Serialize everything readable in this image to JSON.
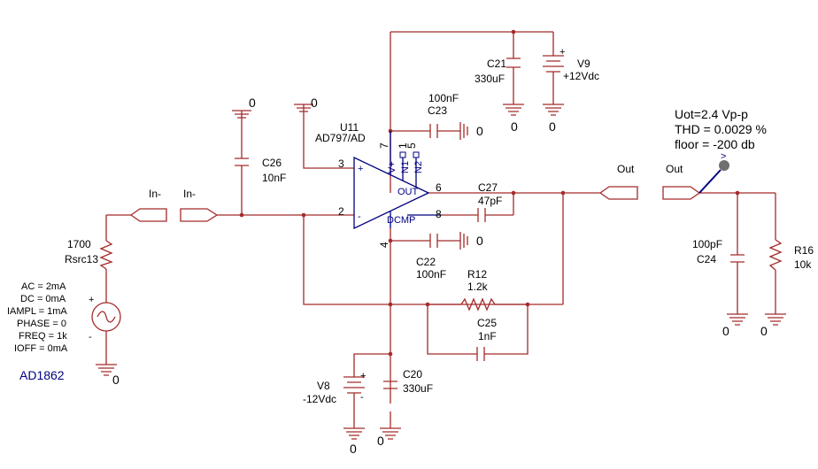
{
  "opamp": {
    "ref": "U11",
    "model": "AD797/AD",
    "out_label": "OUT",
    "dcmp_label": "DCMP",
    "pin_plus": "3",
    "pin_minus": "2",
    "pin_out": "6",
    "pin_dcmp": "8",
    "pin_vplus": "7",
    "pin_vminus": "4",
    "pin_n1": "1",
    "pin_n2": "5",
    "lbl_vplus": "V+",
    "lbl_n1": "N1",
    "lbl_n2": "N2",
    "sign_plus": "+",
    "sign_minus": "-"
  },
  "components": {
    "c26": {
      "ref": "C26",
      "value": "10nF"
    },
    "c23": {
      "ref": "C23",
      "value": "100nF"
    },
    "c21": {
      "ref": "C21",
      "value": "330uF"
    },
    "v9": {
      "ref": "V9",
      "value": "+12Vdc"
    },
    "c27": {
      "ref": "C27",
      "value": "47pF"
    },
    "c22": {
      "ref": "C22",
      "value": "100nF"
    },
    "r12": {
      "ref": "R12",
      "value": "1.2k"
    },
    "c25": {
      "ref": "C25",
      "value": "1nF"
    },
    "c20": {
      "ref": "C20",
      "value": "330uF"
    },
    "v8": {
      "ref": "V8",
      "value": "-12Vdc"
    },
    "rsrc": {
      "ref": "Rsrc13",
      "value": "1700"
    },
    "c24": {
      "ref": "C24",
      "value": "100pF"
    },
    "r16": {
      "ref": "R16",
      "value": "10k"
    }
  },
  "source": {
    "ac": "AC = 2mA",
    "dc": "DC = 0mA",
    "iampl": "IAMPL = 1mA",
    "phase": "PHASE = 0",
    "freq": "FREQ = 1k",
    "ioff": "IOFF = 0mA",
    "plus": "+",
    "minus": "-"
  },
  "ports": {
    "in_left": "In-",
    "in_right": "In-",
    "out_left": "Out",
    "out_right": "Out"
  },
  "ground_label": "0",
  "title": "AD1862",
  "measurements": {
    "uot": "Uot=2.4 Vp-p",
    "thd": "THD = 0.0029 %",
    "floor": "floor = -200 db"
  }
}
